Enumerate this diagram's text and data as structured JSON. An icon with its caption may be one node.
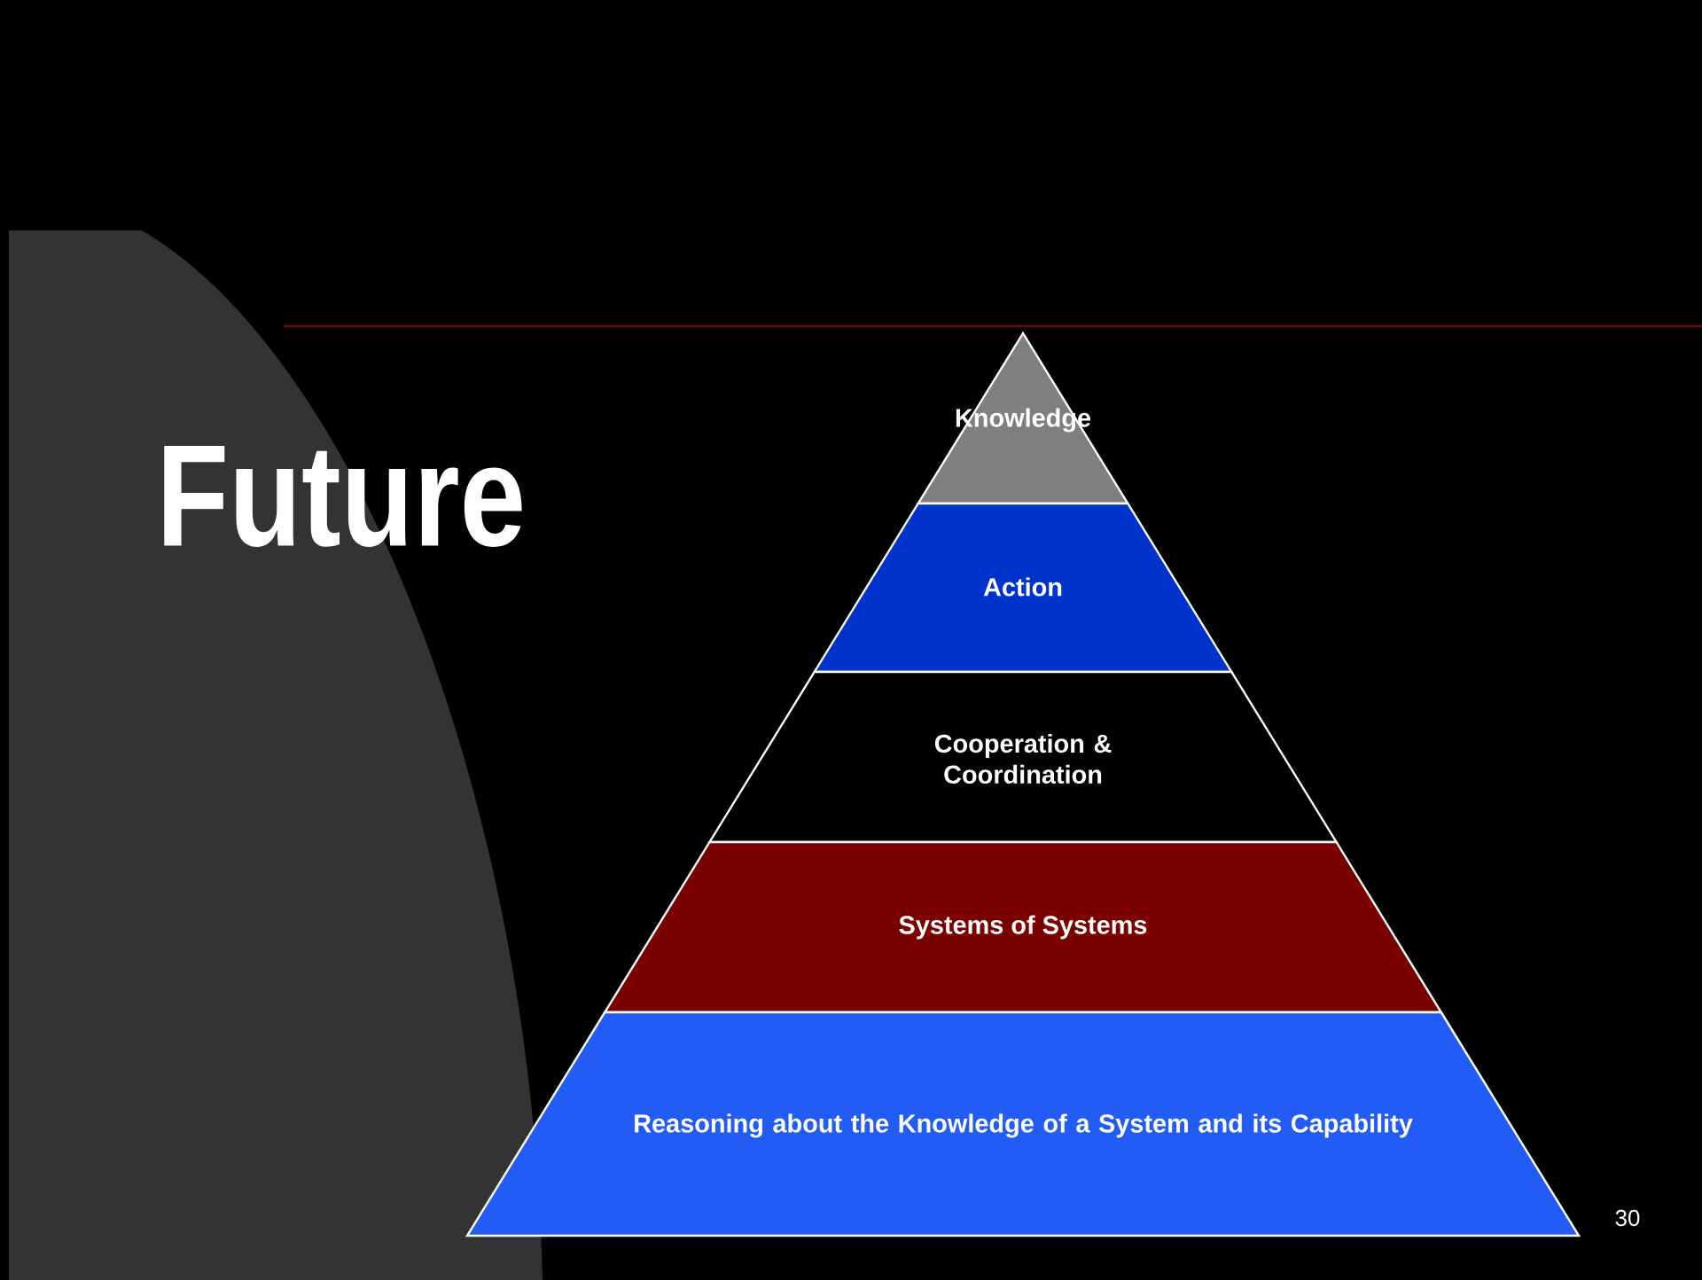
{
  "diagram": {
    "title": "Future",
    "nodes": [
      {
        "text": [
          "Knowledge"
        ]
      },
      {
        "text": [
          "Action"
        ]
      },
      {
        "text": [
          "Cooperation & Coordination"
        ]
      },
      {
        "text": [
          "Systems of Systems"
        ]
      },
      {
        "text": [
          "Reasoning about the Knowledge of a System and its Capability"
        ]
      }
    ],
    "labels": [
      "30"
    ]
  }
}
